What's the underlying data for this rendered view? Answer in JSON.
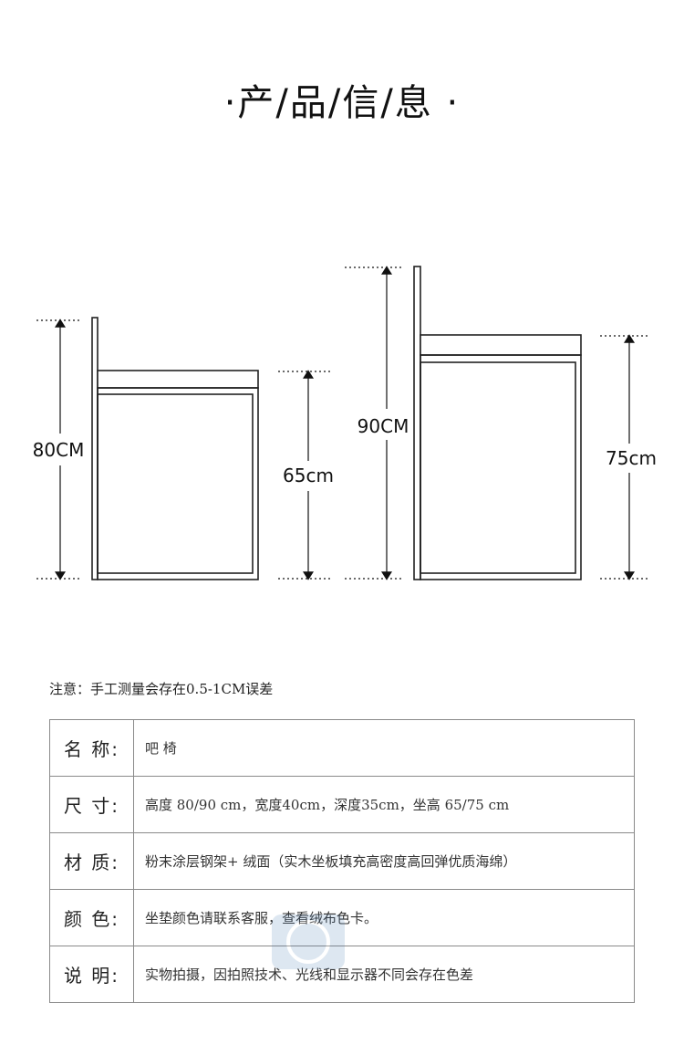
{
  "title": "·产/品/信/息 ·",
  "diagram": {
    "left_height_label": "80CM",
    "left_seat_label": "65cm",
    "right_height_label": "90CM",
    "right_seat_label": "75cm"
  },
  "note": "注意：手工测量会存在0.5-1CM误差",
  "spec_rows": [
    {
      "label": "名 称:",
      "value": "吧 椅"
    },
    {
      "label": "尺 寸:",
      "value": "高度 80/90 cm，宽度40cm，深度35cm，坐高 65/75 cm"
    },
    {
      "label": "材 质:",
      "value": "粉末涂层钢架+ 绒面（实木坐板填充高密度高回弹优质海绵）"
    },
    {
      "label": "颜 色:",
      "value": "坐垫颜色请联系客服，查看绒布色卡。"
    },
    {
      "label": "说 明:",
      "value": "实物拍摄，因拍照技术、光线和显示器不同会存在色差"
    }
  ]
}
